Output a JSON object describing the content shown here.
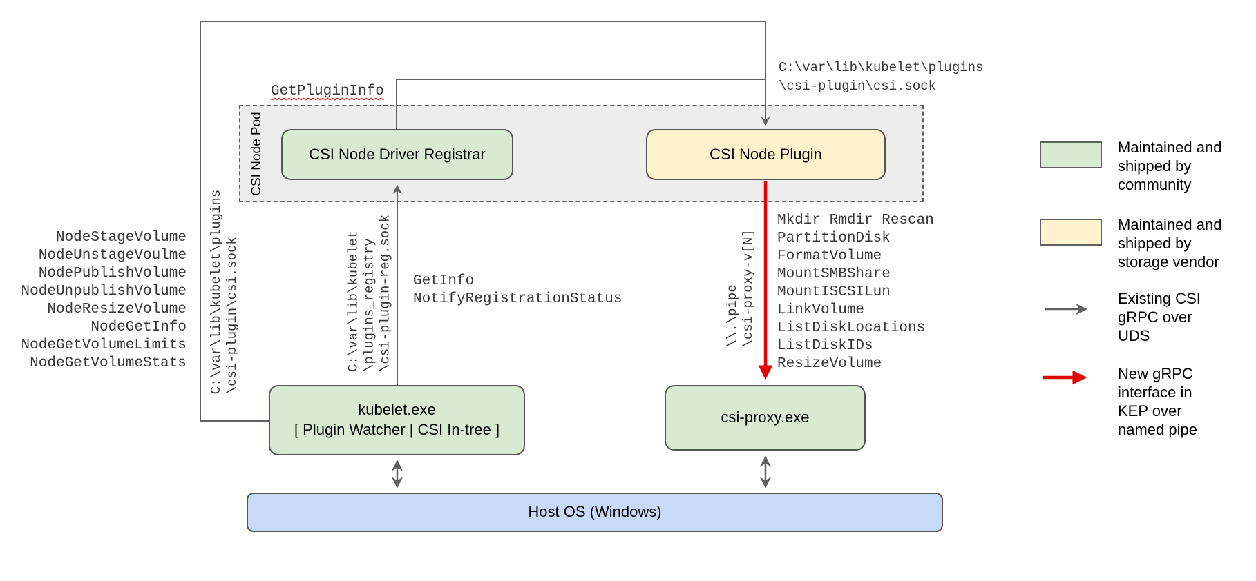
{
  "colors": {
    "community_green": "#d9ead3",
    "vendor_yellow": "#fff2cc",
    "host_blue": "#c9daf8",
    "pod_fill_gray": "#ededed",
    "line_gray": "#616161",
    "arrow_red": "#e60000"
  },
  "pod": {
    "title": "CSI Node Pod"
  },
  "nodes": {
    "registrar": {
      "label": "CSI Node Driver Registrar"
    },
    "plugin": {
      "label": "CSI Node Plugin"
    },
    "kubelet": {
      "title": "kubelet.exe",
      "subtitle": "[ Plugin Watcher | CSI In-tree ]"
    },
    "csi_proxy": {
      "label": "csi-proxy.exe"
    },
    "host_os": {
      "label": "Host OS (Windows)"
    }
  },
  "edge_labels": {
    "get_plugin_info": "GetPluginInfo",
    "plugin_sock": [
      "C:\\var\\lib\\kubelet\\plugins",
      "\\csi-plugin\\csi.sock"
    ],
    "plugin_sock_vertical": [
      "C:\\var\\lib\\kubelet\\plugins",
      "\\csi-plugin\\csi.sock"
    ],
    "registry_sock_vertical": [
      "C:\\var\\lib\\kubelet",
      "\\plugins_registry",
      "\\csi-plugin-reg.sock"
    ],
    "named_pipe_vertical": [
      "\\\\.\\pipe",
      "\\csi-proxy-v[N]"
    ],
    "registration_rpcs": [
      "GetInfo",
      "NotifyRegistrationStatus"
    ],
    "node_rpcs": [
      "NodeStageVolume",
      "NodeUnstageVoulme",
      "NodePublishVolume",
      "NodeUnpublishVolume",
      "NodeResizeVolume",
      "NodeGetInfo",
      "NodeGetVolumeLimits",
      "NodeGetVolumeStats"
    ],
    "proxy_rpcs": [
      "Mkdir Rmdir Rescan",
      "PartitionDisk",
      "FormatVolume",
      "MountSMBShare",
      "MountISCSILun",
      "LinkVolume",
      "ListDiskLocations",
      "ListDiskIDs",
      "ResizeVolume"
    ]
  },
  "legend": {
    "items": [
      {
        "key": "community",
        "label": [
          "Maintained and",
          "shipped by",
          "community"
        ]
      },
      {
        "key": "vendor",
        "label": [
          "Maintained and",
          "shipped by",
          "storage vendor"
        ]
      },
      {
        "key": "uds",
        "label": [
          "Existing CSI",
          "gRPC over",
          "UDS"
        ]
      },
      {
        "key": "named-pipe",
        "label": [
          "New gRPC",
          "interface in",
          "KEP over",
          "named pipe"
        ]
      }
    ]
  }
}
